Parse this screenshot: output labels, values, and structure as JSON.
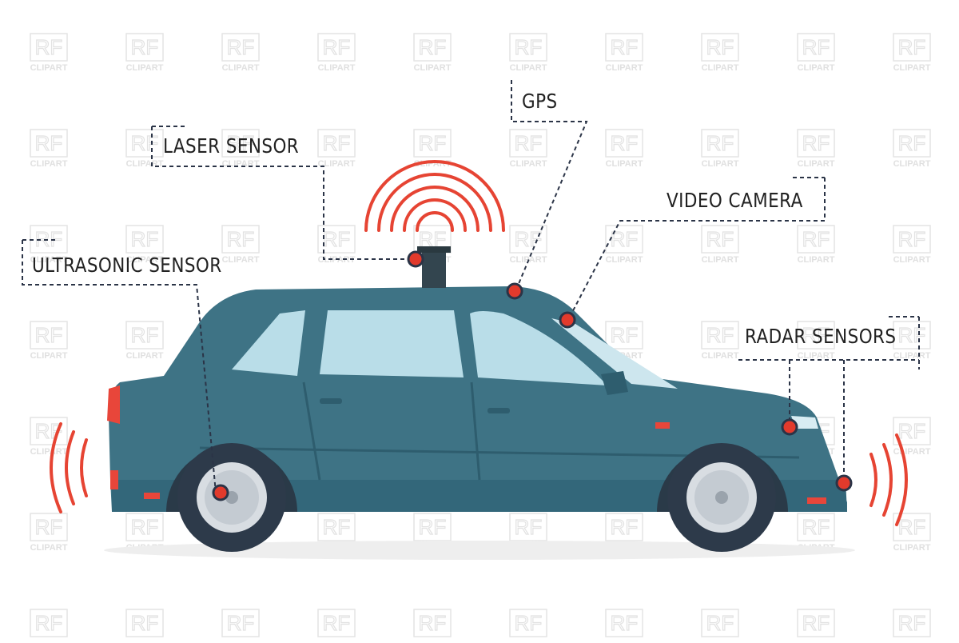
{
  "labels": {
    "gps": "GPS",
    "laser_sensor": "LASER SENSOR",
    "video_camera": "VIDEO CAMERA",
    "ultrasonic_sensor": "ULTRASONIC SENSOR",
    "radar_sensors": "RADAR SENSORS"
  },
  "watermark": {
    "logo_text": "RF",
    "sub_text": "CLIPART"
  },
  "colors": {
    "car_body": "#3e7385",
    "car_dark": "#2e5d6e",
    "window": "#b9dde8",
    "tire": "#2d3a4a",
    "signal": "#e64433",
    "sensor_dot": "#e23a2c",
    "leader_line": "#2b3447",
    "tail_light": "#e8463a"
  }
}
